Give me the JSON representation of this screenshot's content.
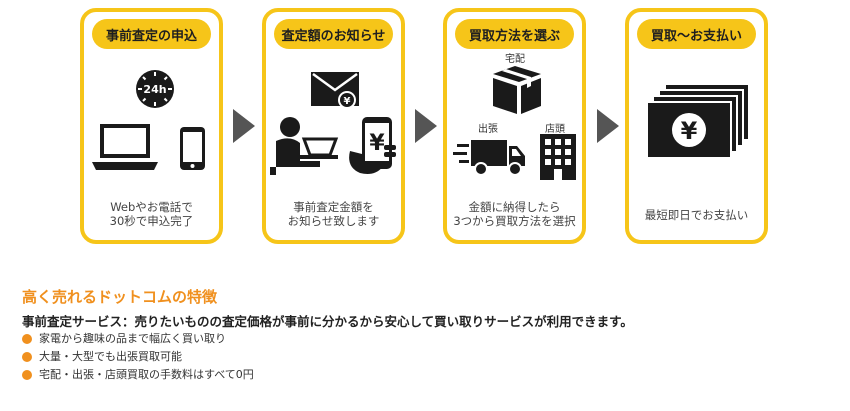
{
  "steps": [
    {
      "title": "事前査定の申込",
      "desc": [
        "Webやお電話で",
        "30秒で申込完了"
      ],
      "badge": "24h"
    },
    {
      "title": "査定額のお知らせ",
      "desc": [
        "事前査定金額を",
        "お知らせ致します"
      ]
    },
    {
      "title": "買取方法を選ぶ",
      "desc": [
        "金額に納得したら",
        "3つから買取方法を選択"
      ],
      "labels": {
        "takuhai": "宅配",
        "shutchou": "出張",
        "tentou": "店頭"
      }
    },
    {
      "title": "買取～お支払い",
      "desc": [
        "最短即日でお支払い"
      ]
    }
  ],
  "yen_symbol": "¥",
  "features": {
    "title": "高く売れるドットコムの特徴",
    "subtitle": "事前査定サービス：売りたいものの査定価格が事前に分かるから安心して買い取りサービスが利用できます。",
    "items": [
      "家電から趣味の品まで幅広く買い取り",
      "大量・大型でも出張買取可能",
      "宅配・出張・店頭買取の手数料はすべて0円"
    ]
  },
  "colors": {
    "accent": "#f6c519",
    "orange": "#f0901e",
    "icon": "#1a1a1a",
    "arrow": "#555555"
  }
}
